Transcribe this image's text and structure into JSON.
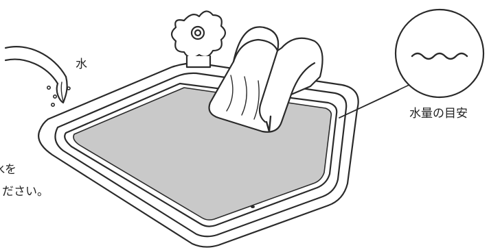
{
  "labels": {
    "water": "水",
    "water_level_guide": "水量の目安",
    "instruction_line1": "水を",
    "instruction_line2": "ください。"
  },
  "illustration": {
    "subjects": [
      "hose-icon",
      "water-drops-icon",
      "inflatable-pool-icon",
      "slide-icon",
      "spout-icon",
      "wave-icon"
    ],
    "colors": {
      "line": "#2a2a2a",
      "water_fill": "#c9c9c9",
      "background": "#ffffff"
    }
  }
}
